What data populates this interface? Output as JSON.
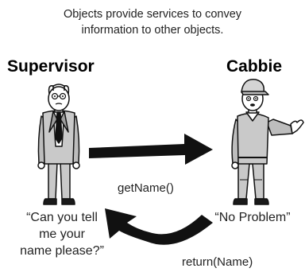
{
  "caption": {
    "line1": "Objects provide services to convey",
    "line2": "information to other objects."
  },
  "supervisor": {
    "label": "Supervisor",
    "quote_lines": [
      "“Can you tell",
      "me your",
      "name please?”"
    ]
  },
  "cabbie": {
    "label": "Cabbie",
    "quote": "“No Problem”"
  },
  "messages": {
    "request": "getName()",
    "response": "return(Name)"
  }
}
